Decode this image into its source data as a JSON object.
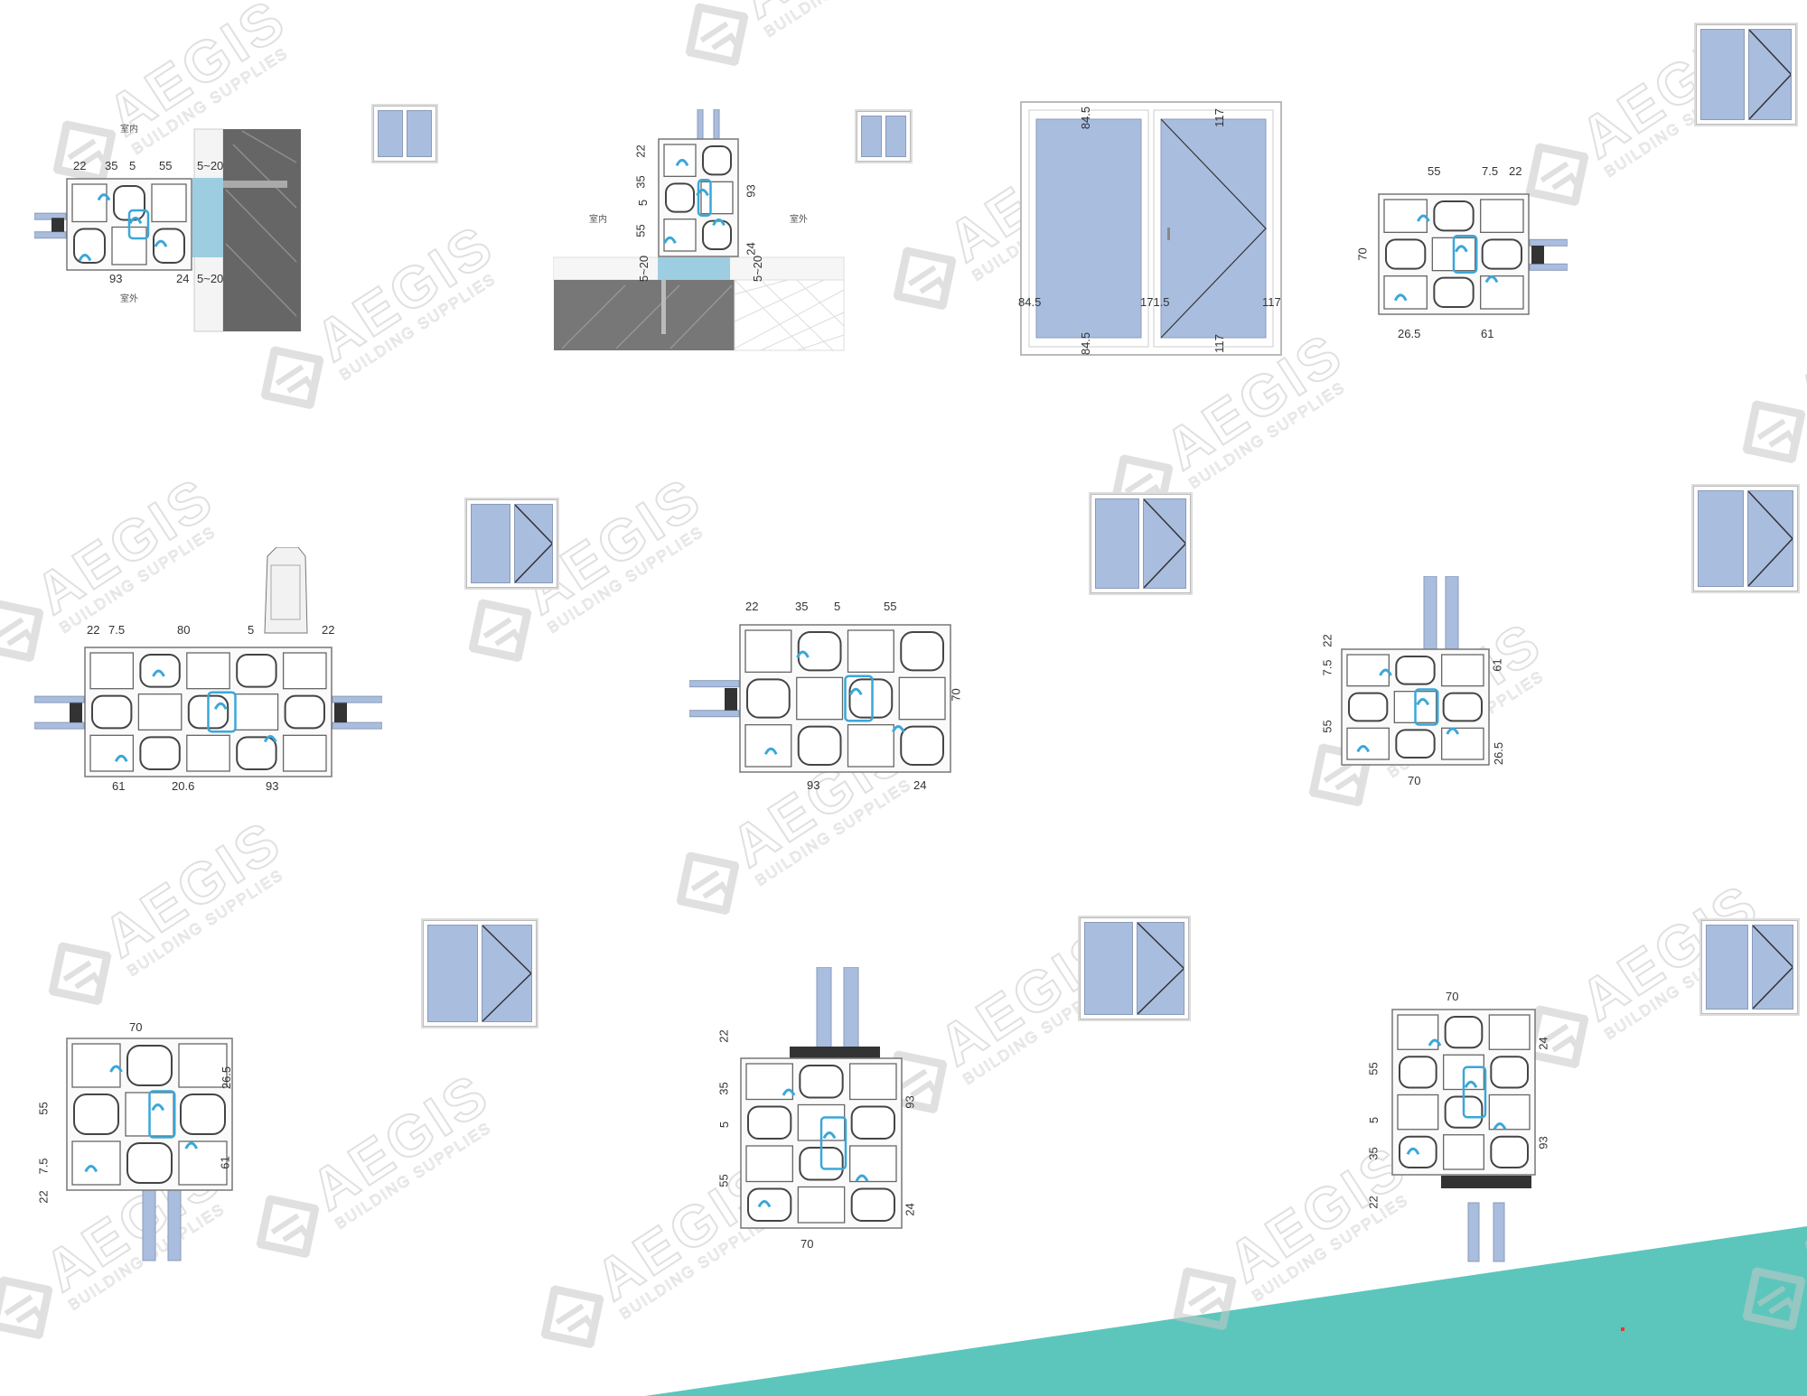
{
  "brand": {
    "name": "AEGIS",
    "tagline": "BUILDING SUPPLIES",
    "accent_color": "#5cc6bc",
    "glass_color": "#a9bddf",
    "gasket_color": "#3aa7d8"
  },
  "labels": {
    "indoor": "室内",
    "outdoor": "室外"
  },
  "drawings": [
    {
      "id": "sill-wall-section",
      "dims": [
        "22",
        "35",
        "5",
        "55",
        "5~20",
        "93",
        "24",
        "5~20"
      ]
    },
    {
      "id": "sill-floor-section",
      "dims": [
        "22",
        "35",
        "5",
        "55",
        "5~20",
        "93",
        "24",
        "5~20"
      ]
    },
    {
      "id": "elevation",
      "dims": [
        "84.5",
        "117",
        "84.5",
        "171.5",
        "117",
        "84.5",
        "117"
      ]
    },
    {
      "id": "jamb-section-a",
      "dims": [
        "55",
        "7.5",
        "22",
        "70",
        "26.5",
        "61"
      ]
    },
    {
      "id": "mullion-section",
      "dims": [
        "22",
        "7.5",
        "80",
        "5",
        "22",
        "61",
        "20.6",
        "93"
      ]
    },
    {
      "id": "jamb-section-b",
      "dims": [
        "22",
        "35",
        "5",
        "55",
        "70",
        "93",
        "24"
      ]
    },
    {
      "id": "head-section-a",
      "dims": [
        "22",
        "7.5",
        "55",
        "61",
        "26.5",
        "70"
      ]
    },
    {
      "id": "sill-section-a",
      "dims": [
        "70",
        "55",
        "7.5",
        "22",
        "26.5",
        "61"
      ]
    },
    {
      "id": "head-section-b",
      "dims": [
        "22",
        "35",
        "5",
        "55",
        "93",
        "24",
        "70"
      ]
    },
    {
      "id": "sill-section-b",
      "dims": [
        "70",
        "55",
        "5",
        "35",
        "22",
        "24",
        "93"
      ]
    }
  ]
}
